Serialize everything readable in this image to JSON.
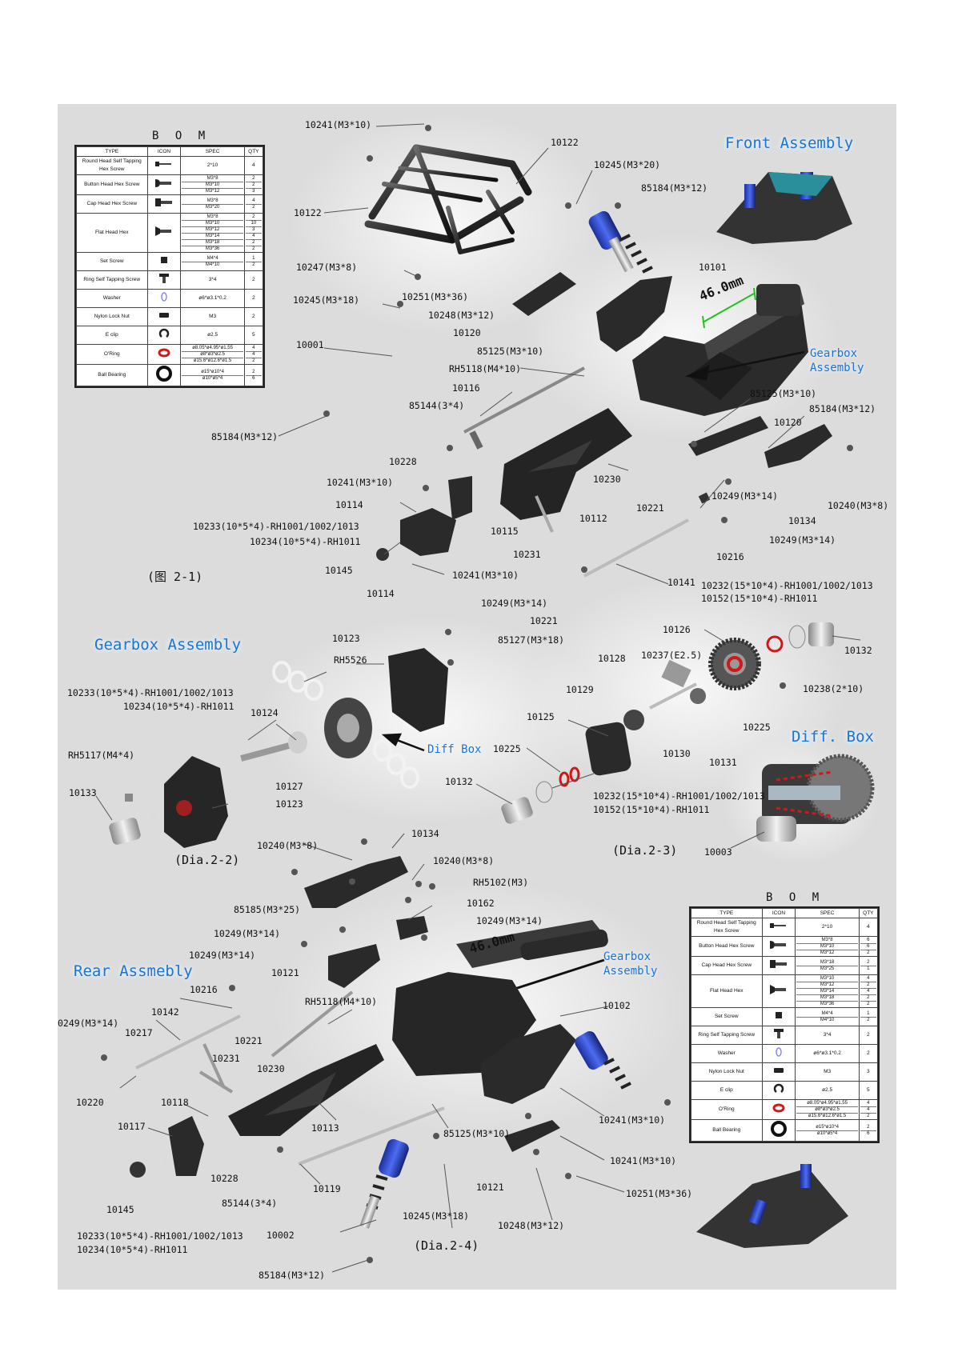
{
  "sections": {
    "front": "Front Assembly",
    "gearbox": "Gearbox Assembly",
    "diff": "Diff. Box",
    "rear": "Rear Assmebly",
    "gearbox_callout_line1": "Gearbox",
    "gearbox_callout_line2": "Assembly",
    "diffbox_callout": "Diff Box"
  },
  "captions": {
    "fig21": "(图 2-1)",
    "dia22": "(Dia.2-2)",
    "dia23": "(Dia.2-3)",
    "dia24": "(Dia.2-4)"
  },
  "dimension": "46.0mm",
  "bom": {
    "title": "B O M",
    "headers": [
      "TYPE",
      "ICON",
      "SPEC",
      "QTY"
    ],
    "top_rows": [
      {
        "type": "Round Head Self Tapping Hex Screw",
        "icon": "tapping-screw-icon",
        "specs": [
          "2*10"
        ],
        "qty": [
          "4"
        ]
      },
      {
        "type": "Button Head Hex Screw",
        "icon": "button-screw-icon",
        "specs": [
          "M3*8",
          "M3*10",
          "M3*12"
        ],
        "qty": [
          "2",
          "2",
          "3"
        ]
      },
      {
        "type": "Cap Head Hex Screw",
        "icon": "cap-screw-icon",
        "specs": [
          "M3*8",
          "M3*20"
        ],
        "qty": [
          "4",
          "2"
        ]
      },
      {
        "type": "Flat Head Hex",
        "icon": "flat-screw-icon",
        "specs": [
          "M3*8",
          "M3*10",
          "M3*12",
          "M3*14",
          "M3*18",
          "M3*36"
        ],
        "qty": [
          "2",
          "10",
          "3",
          "4",
          "2",
          "2"
        ]
      },
      {
        "type": "Set Screw",
        "icon": "set-screw-icon",
        "specs": [
          "M4*4",
          "M4*10"
        ],
        "qty": [
          "1",
          "2"
        ]
      },
      {
        "type": "Ring Self Tapping Screw",
        "icon": "ring-screw-icon",
        "specs": [
          "3*4"
        ],
        "qty": [
          "2"
        ]
      },
      {
        "type": "Washer",
        "icon": "washer-icon",
        "specs": [
          "ø6*ø3.1*0.2"
        ],
        "qty": [
          "2"
        ]
      },
      {
        "type": "Nylon Lock Nut",
        "icon": "lock-nut-icon",
        "specs": [
          "M3"
        ],
        "qty": [
          "2"
        ]
      },
      {
        "type": "E clip",
        "icon": "e-clip-icon",
        "specs": [
          "ø2.5"
        ],
        "qty": [
          "5"
        ]
      },
      {
        "type": "O'Ring",
        "icon": "o-ring-icon",
        "specs": [
          "ø8.05*ø4.95*ø1.55",
          "ø8*ø3*ø2.5",
          "ø15.6*ø12.6*ø1.5"
        ],
        "qty": [
          "4",
          "4",
          "2"
        ]
      },
      {
        "type": "Ball Bearing",
        "icon": "bearing-icon",
        "specs": [
          "ø15*ø10*4",
          "ø10*ø5*4"
        ],
        "qty": [
          "2",
          "6"
        ]
      }
    ],
    "bottom_rows": [
      {
        "type": "Round Head Self Tapping Hex Screw",
        "icon": "tapping-screw-icon",
        "specs": [
          "2*10"
        ],
        "qty": [
          "4"
        ]
      },
      {
        "type": "Button Head Hex Screw",
        "icon": "button-screw-icon",
        "specs": [
          "M3*8",
          "M3*10",
          "M3*12"
        ],
        "qty": [
          "6",
          "6",
          "2"
        ]
      },
      {
        "type": "Cap Head Hex Screw",
        "icon": "cap-screw-icon",
        "specs": [
          "M3*18",
          "M3*25"
        ],
        "qty": [
          "2",
          "1"
        ]
      },
      {
        "type": "Flat Head Hex",
        "icon": "flat-screw-icon",
        "specs": [
          "M3*10",
          "M3*12",
          "M3*14",
          "M3*18",
          "M3*36"
        ],
        "qty": [
          "4",
          "2",
          "4",
          "2",
          "2"
        ]
      },
      {
        "type": "Set Screw",
        "icon": "set-screw-icon",
        "specs": [
          "M4*4",
          "M4*10"
        ],
        "qty": [
          "1",
          "2"
        ]
      },
      {
        "type": "Ring Self Tapping Screw",
        "icon": "ring-screw-icon",
        "specs": [
          "3*4"
        ],
        "qty": [
          "2"
        ]
      },
      {
        "type": "Washer",
        "icon": "washer-icon",
        "specs": [
          "ø6*ø3.1*0.2"
        ],
        "qty": [
          "2"
        ]
      },
      {
        "type": "Nylon Lock Nut",
        "icon": "lock-nut-icon",
        "specs": [
          "M3"
        ],
        "qty": [
          "3"
        ]
      },
      {
        "type": "E clip",
        "icon": "e-clip-icon",
        "specs": [
          "ø2.5"
        ],
        "qty": [
          "5"
        ]
      },
      {
        "type": "O'Ring",
        "icon": "o-ring-icon",
        "specs": [
          "ø8.05*ø4.95*ø1.55",
          "ø8*ø3*ø2.5",
          "ø15.6*ø12.6*ø1.5"
        ],
        "qty": [
          "4",
          "4",
          "2"
        ]
      },
      {
        "type": "Ball Bearing",
        "icon": "bearing-icon",
        "specs": [
          "ø15*ø10*4",
          "ø10*ø5*4"
        ],
        "qty": [
          "2",
          "6"
        ]
      }
    ]
  },
  "labels": {
    "l1": "10241(M3*10)",
    "l2": "10122",
    "l3": "10122",
    "l4": "10245(M3*20)",
    "l5": "85184(M3*12)",
    "l6": "10247(M3*8)",
    "l7": "10245(M3*18)",
    "l8": "10251(M3*36)",
    "l9": "10248(M3*12)",
    "l10": "10120",
    "l11": "10101",
    "l12": "10001",
    "l13": "85125(M3*10)",
    "l14": "RH5118(M4*10)",
    "l15": "10116",
    "l16": "85144(3*4)",
    "l17": "85125(M3*10)",
    "l18": "85184(M3*12)",
    "l19": "10120",
    "l20": "85184(M3*12)",
    "l21": "10228",
    "l22": "10230",
    "l23": "10241(M3*10)",
    "l24": "10114",
    "l25": "10115",
    "l26": "10233(10*5*4)-RH1001/1002/1013",
    "l27": "10234(10*5*4)-RH1011",
    "l28": "10112",
    "l29": "10221",
    "l30": "10249(M3*14)",
    "l31": "10134",
    "l32": "10240(M3*8)",
    "l33": "10231",
    "l34": "10216",
    "l35": "10249(M3*14)",
    "l36": "10145",
    "l37": "10241(M3*10)",
    "l38": "10114",
    "l39": "10141",
    "l40": "10249(M3*14)",
    "l41": "10221",
    "l42": "10232(15*10*4)-RH1001/1002/1013",
    "l43": "10152(15*10*4)-RH1011",
    "l44": "10123",
    "l45": "85127(M3*18)",
    "l46": "RH5526",
    "l47": "10233(10*5*4)-RH1001/1002/1013",
    "l48": "10234(10*5*4)-RH1011",
    "l49": "10124",
    "l50": "RH5117(M4*4)",
    "l51": "10133",
    "l52": "10127",
    "l53": "10123",
    "l54": "10126",
    "l55": "10132",
    "l56": "10128",
    "l57": "10237(E2.5)",
    "l58": "10129",
    "l59": "10238(2*10)",
    "l60": "10125",
    "l61": "10225",
    "l62": "10225",
    "l63": "10130",
    "l64": "10131",
    "l65": "10132",
    "l66": "10232(15*10*4)-RH1001/1002/1013",
    "l67": "10152(15*10*4)-RH1011",
    "l68": "10003",
    "l69": "10240(M3*8)",
    "l70": "10134",
    "l71": "10240(M3*8)",
    "l72": "RH5102(M3)",
    "l73": "10162",
    "l74": "85185(M3*25)",
    "l75": "10249(M3*14)",
    "l76": "10249(M3*14)",
    "l77": "10249(M3*14)",
    "l78": "10121",
    "l79": "10216",
    "l80": "RH5118(M4*10)",
    "l81": "10102",
    "l82": "10142",
    "l83": "0249(M3*14)",
    "l84": "10217",
    "l85": "10221",
    "l86": "10231",
    "l87": "10230",
    "l88": "10220",
    "l89": "10118",
    "l90": "10117",
    "l91": "10113",
    "l92": "85125(M3*10)",
    "l93": "10241(M3*10)",
    "l94": "10241(M3*10)",
    "l95": "10228",
    "l96": "10119",
    "l97": "10121",
    "l98": "85144(3*4)",
    "l99": "10251(M3*36)",
    "l100": "10145",
    "l101": "10245(M3*18)",
    "l102": "10248(M3*12)",
    "l103": "10233(10*5*4)-RH1001/1002/1013",
    "l104": "10234(10*5*4)-RH1011",
    "l105": "10002",
    "l106": "85184(M3*12)"
  }
}
